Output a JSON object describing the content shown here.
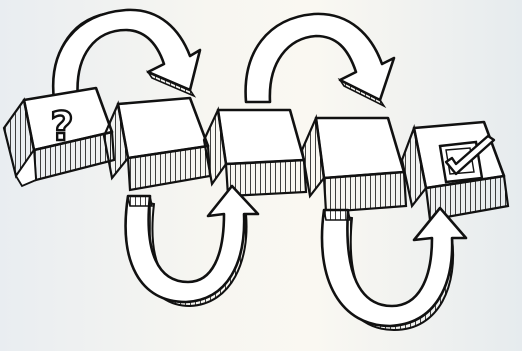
{
  "illustration": {
    "style": "hand-drawn sketch",
    "colors": {
      "ink": "#111111",
      "paper": "#ffffff",
      "background": "#f2f2ee"
    },
    "steps": [
      {
        "id": "start",
        "symbol": "?"
      },
      {
        "id": "step-2",
        "symbol": ""
      },
      {
        "id": "step-3",
        "symbol": ""
      },
      {
        "id": "step-4",
        "symbol": ""
      },
      {
        "id": "finish",
        "symbol": "checkbox-checked"
      }
    ],
    "arrows": [
      {
        "from": "start",
        "to": "step-2",
        "side": "top"
      },
      {
        "from": "step-2",
        "to": "step-3",
        "side": "bottom"
      },
      {
        "from": "step-3",
        "to": "step-4",
        "side": "top"
      },
      {
        "from": "step-4",
        "to": "finish",
        "side": "bottom"
      }
    ]
  }
}
